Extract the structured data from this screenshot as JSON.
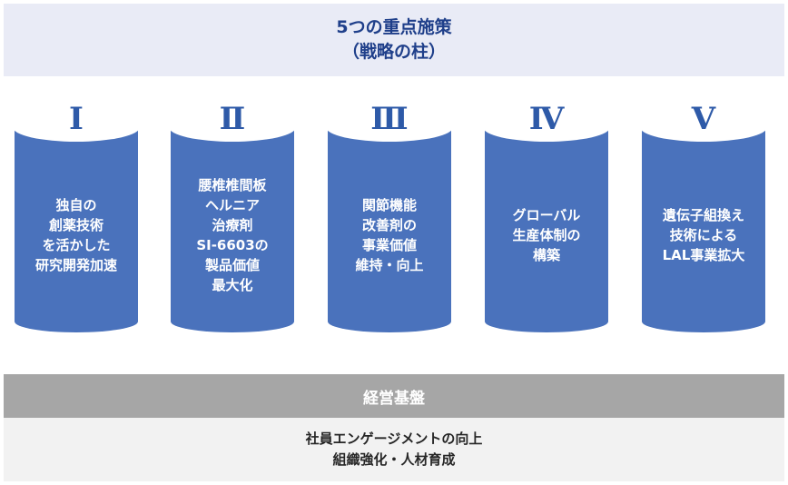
{
  "header": {
    "line1": "5つの重点施策",
    "line2": "（戦略の柱）"
  },
  "pillars": [
    {
      "numeral": "I",
      "lines": [
        "独自の",
        "創薬技術",
        "を活かした",
        "研究開発加速"
      ]
    },
    {
      "numeral": "Ⅱ",
      "lines": [
        "腰椎椎間板",
        "ヘルニア",
        "治療剤",
        "SI-6603の",
        "製品価値",
        "最大化"
      ]
    },
    {
      "numeral": "Ⅲ",
      "lines": [
        "関節機能",
        "改善剤の",
        "事業価値",
        "維持・向上"
      ]
    },
    {
      "numeral": "Ⅳ",
      "lines": [
        "グローバル",
        "生産体制の",
        "構築"
      ]
    },
    {
      "numeral": "V",
      "lines": [
        "遺伝子組換え",
        "技術による",
        "LAL事業拡大"
      ]
    }
  ],
  "foundation": {
    "title": "経営基盤",
    "lines": [
      "社員エンゲージメントの向上",
      "組織強化・人材育成"
    ]
  },
  "colors": {
    "pillar": "#4a72bc",
    "pillar_top": "#ffffff",
    "numeral": "#2e5aa8",
    "header_bg": "#e9ebf6",
    "band": "#a6a6a6"
  }
}
